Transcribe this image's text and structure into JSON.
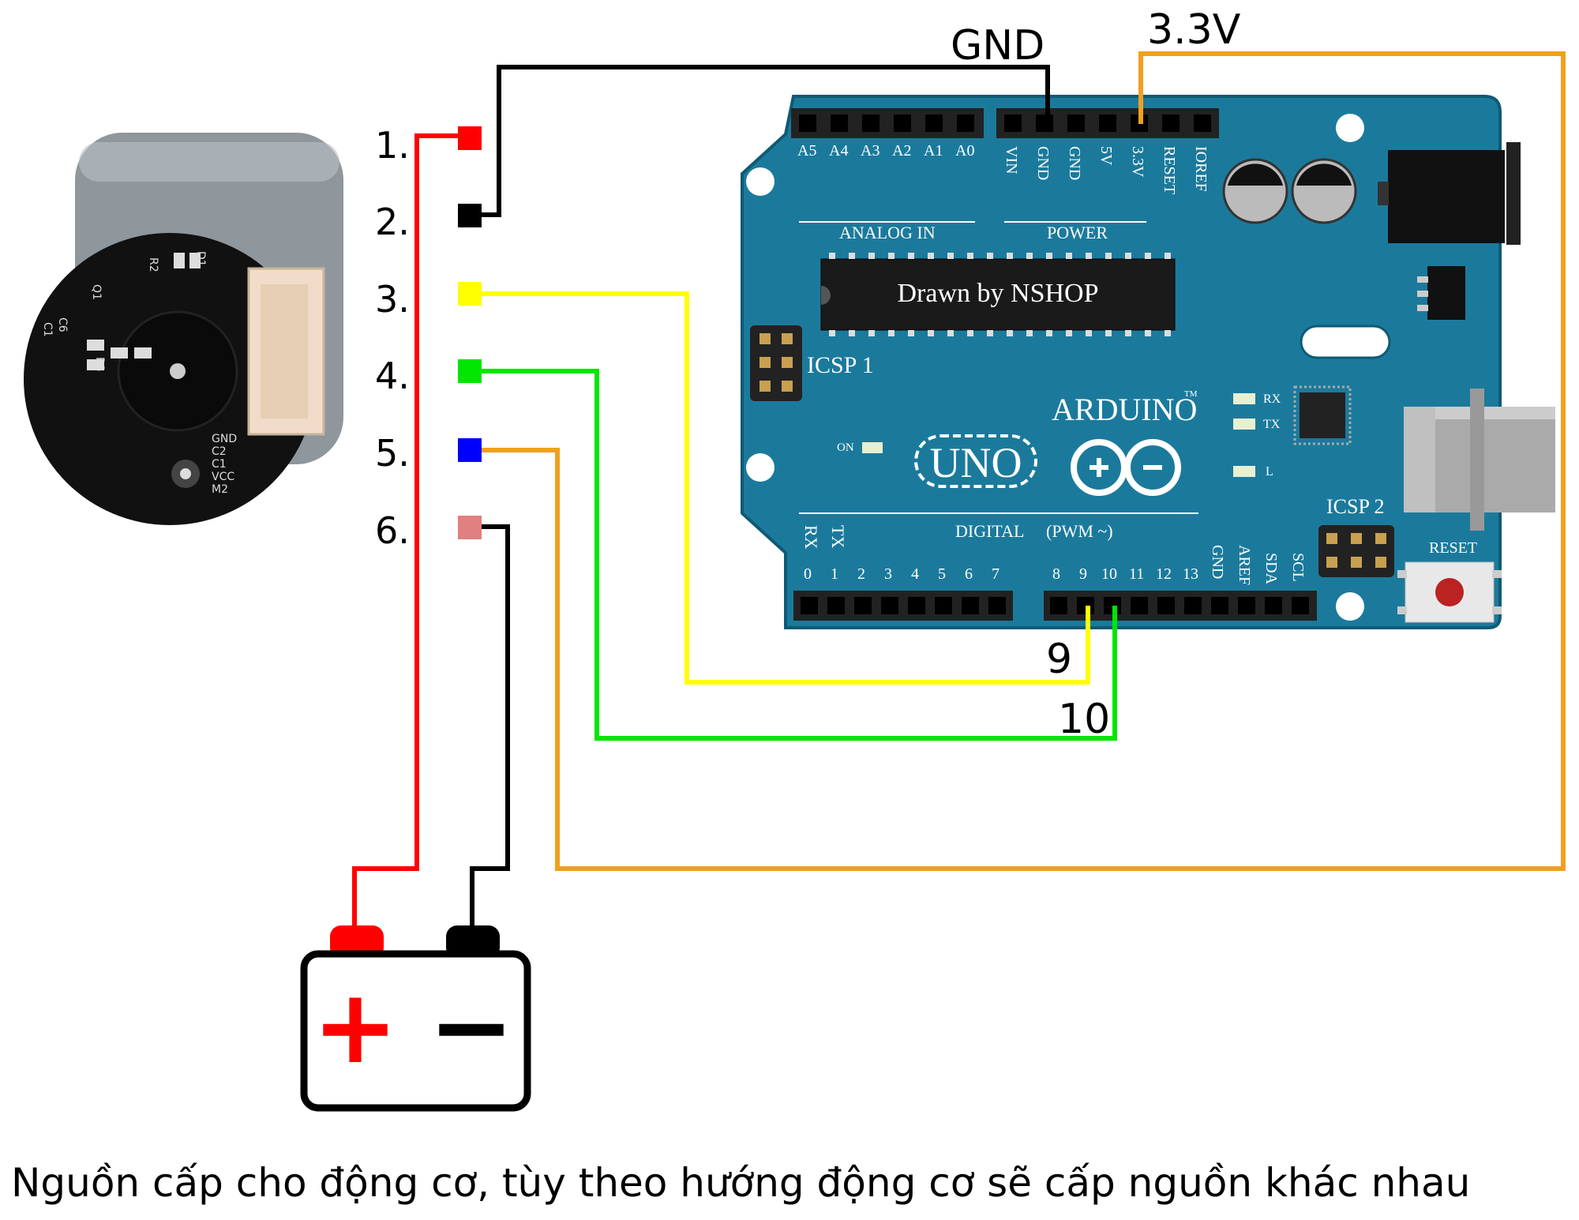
{
  "wire_labels": {
    "gnd": "GND",
    "v33": "3.3V",
    "pin9": "9",
    "pin10": "10"
  },
  "encoder_pins": [
    {
      "label": "1.",
      "color": "#ff0000"
    },
    {
      "label": "2.",
      "color": "#000000"
    },
    {
      "label": "3.",
      "color": "#ffff00"
    },
    {
      "label": "4.",
      "color": "#00e600"
    },
    {
      "label": "5.",
      "color": "#0000ff"
    },
    {
      "label": "6.",
      "color": "#e08080"
    }
  ],
  "encoder_board": {
    "silkscreen": [
      "D1",
      "R2",
      "Q1",
      "C6",
      "C1",
      "R3",
      "GND",
      "C2",
      "C1",
      "VCC",
      "M2"
    ]
  },
  "arduino": {
    "chip_text": "Drawn by NSHOP",
    "brand": "ARDUINO",
    "trademark": "TM",
    "model": "UNO",
    "analog_pins": [
      "A5",
      "A4",
      "A3",
      "A2",
      "A1",
      "A0"
    ],
    "power_pins": [
      "VIN",
      "GND",
      "GND",
      "5V",
      "3.3V",
      "RESET",
      "IOREF"
    ],
    "analog_in": "ANALOG IN",
    "power": "POWER",
    "icsp1": "ICSP 1",
    "icsp2": "ICSP 2",
    "reset": "RESET",
    "on": "ON",
    "rx_led": "RX",
    "tx_led": "TX",
    "l_led": "L",
    "digital": "DIGITAL",
    "pwm": "(PWM ~)",
    "rx": "RX",
    "tx": "TX",
    "digital_low": [
      "0",
      "1",
      "2",
      "3",
      "4",
      "5",
      "6",
      "7"
    ],
    "digital_high": [
      "8",
      "9",
      "10",
      "11",
      "12",
      "13"
    ],
    "right_pins": [
      "GND",
      "AREF",
      "SDA",
      "SCL"
    ],
    "colors": {
      "board": "#1b7a9c",
      "header": "#222222",
      "outline": "#0e5a75"
    }
  },
  "battery": {
    "plus": "+",
    "minus": "−",
    "plus_color": "#ff0000"
  },
  "wire_colors": {
    "red": "#ff0000",
    "black": "#000000",
    "yellow": "#ffff00",
    "green": "#00e600",
    "orange": "#f0a020"
  },
  "caption": "Nguồn cấp cho động cơ, tùy theo hướng động cơ sẽ cấp nguồn khác nhau"
}
